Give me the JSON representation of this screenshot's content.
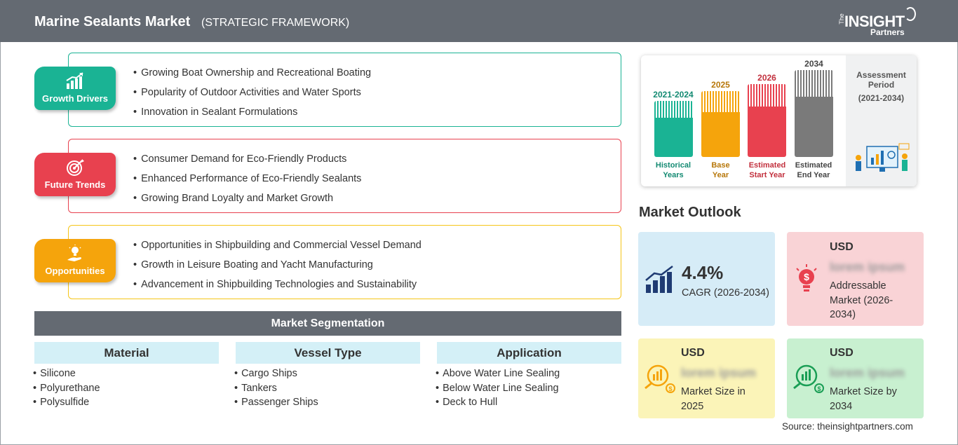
{
  "header": {
    "title": "Marine Sealants Market",
    "subtitle": "(STRATEGIC FRAMEWORK)",
    "logo": {
      "the": "The",
      "insight": "INSIGHT",
      "partners": "Partners"
    }
  },
  "framework": [
    {
      "label": "Growth Drivers",
      "color": "#1ab394",
      "items": [
        "Growing Boat Ownership and Recreational Boating",
        "Popularity of Outdoor Activities and Water Sports",
        "Innovation in Sealant Formulations"
      ]
    },
    {
      "label": "Future Trends",
      "color": "#e8414f",
      "items": [
        "Consumer Demand for Eco-Friendly Products",
        "Enhanced Performance of Eco-Friendly Sealants",
        "Growing Brand Loyalty and Market Growth"
      ]
    },
    {
      "label": "Opportunities",
      "color": "#f5a40c",
      "items": [
        "Opportunities in Shipbuilding and Commercial Vessel Demand",
        "Growth in Leisure Boating and Yacht Manufacturing",
        "Advancement in Shipbuilding Technologies and Sustainability"
      ]
    }
  ],
  "segmentation": {
    "title": "Market Segmentation",
    "columns": [
      {
        "heading": "Material",
        "items": [
          "Silicone",
          "Polyurethane",
          "Polysulfide"
        ]
      },
      {
        "heading": "Vessel Type",
        "items": [
          "Cargo Ships",
          "Tankers",
          "Passenger Ships"
        ]
      },
      {
        "heading": "Application",
        "items": [
          "Above Water Line Sealing",
          "Below Water Line Sealing",
          "Deck to Hull"
        ]
      }
    ]
  },
  "timeline": {
    "periods": [
      {
        "year": "2021-2024",
        "label_1": "Historical",
        "label_2": "Years",
        "color": "#1ab394",
        "text_color": "#138a72"
      },
      {
        "year": "2025",
        "label_1": "Base",
        "label_2": "Year",
        "color": "#f5a40c",
        "text_color": "#b7770a"
      },
      {
        "year": "2026",
        "label_1": "Estimated",
        "label_2": "Start Year",
        "color": "#e8414f",
        "text_color": "#c2303d"
      },
      {
        "year": "2034",
        "label_1": "Estimated",
        "label_2": "End Year",
        "color": "#7a7a7a",
        "text_color": "#444444"
      }
    ],
    "assessment_title": "Assessment Period",
    "assessment_range": "(2021-2034)"
  },
  "outlook": {
    "title": "Market Outlook",
    "cagr": {
      "value": "4.4%",
      "label": "CAGR (2026-2034)"
    },
    "addressable": {
      "currency": "USD",
      "value": "lorem ipsum",
      "label": "Addressable Market (2026-2034)"
    },
    "size_2025": {
      "currency": "USD",
      "value": "lorem ipsum",
      "label": "Market Size in 2025"
    },
    "size_2034": {
      "currency": "USD",
      "value": "lorem ipsum",
      "label": "Market Size by 2034"
    }
  },
  "source": "Source: theinsightpartners.com"
}
